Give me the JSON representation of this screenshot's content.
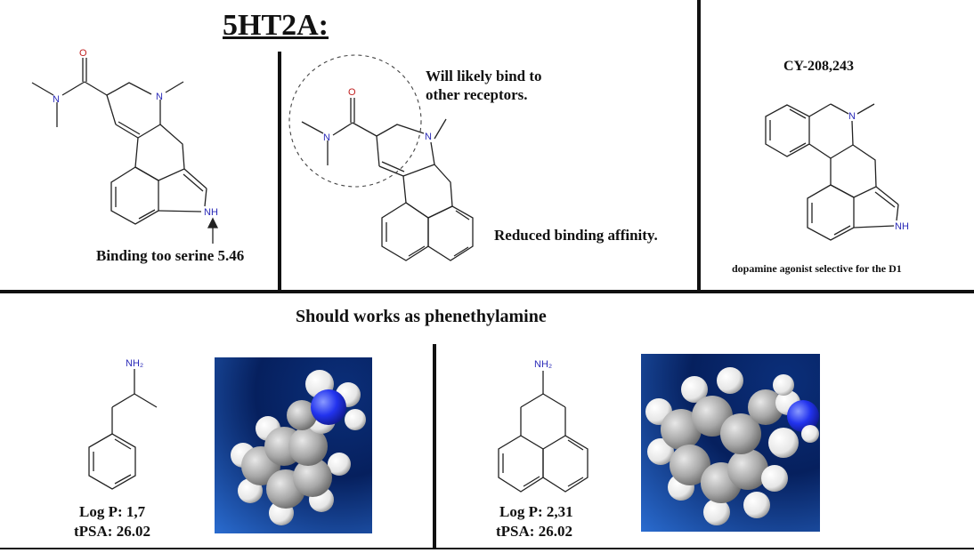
{
  "title": "5HT2A:",
  "panel1": {
    "caption": "Binding too serine 5.46",
    "atoms": {
      "o": "O",
      "n_amide": "N",
      "n_ring": "N",
      "nh": "NH"
    }
  },
  "panel2": {
    "note_top": "Will likely bind to other receptors.",
    "note_bottom": "Reduced binding affinity.",
    "atoms": {
      "o": "O",
      "n_amide": "N",
      "n_ring": "N"
    }
  },
  "panel3": {
    "title": "CY-208,243",
    "caption": "dopamine agonist selective for the D1",
    "atoms": {
      "n_ring": "N",
      "nh": "NH"
    }
  },
  "section_title": "Should works as phenethylamine",
  "compound_left": {
    "amine": "NH₂",
    "logp": "Log P: 1,7",
    "tpsa": "tPSA: 26.02"
  },
  "compound_right": {
    "amine": "NH₂",
    "logp": "Log P: 2,31",
    "tpsa": "tPSA: 26.02"
  },
  "colors": {
    "nitrogen": "#2a2ab8",
    "oxygen": "#c02020",
    "model_bg_dark": "#06205e",
    "model_bg_light": "#2a6cd0",
    "nitrogen_sphere": "#2233ee"
  }
}
